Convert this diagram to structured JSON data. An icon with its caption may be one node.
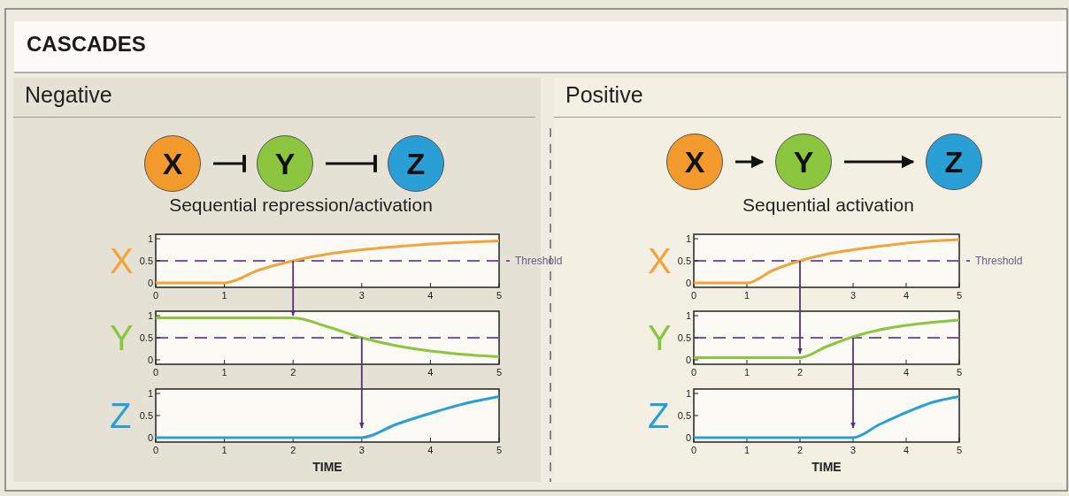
{
  "diagram": {
    "title": "CASCADES",
    "nodes": [
      {
        "text": [
          "Negative",
          "Sequential repression/activation"
        ]
      },
      {
        "text": [
          "X"
        ],
        "in": 0
      },
      {
        "text": [
          "Y"
        ],
        "in": 0
      },
      {
        "text": [
          "Z"
        ],
        "in": 0
      },
      {
        "text": [
          "Positive",
          "Sequential activation"
        ]
      },
      {
        "text": [
          "X"
        ],
        "in": 4
      },
      {
        "text": [
          "Y"
        ],
        "in": 4
      },
      {
        "text": [
          "Z"
        ],
        "in": 4
      }
    ],
    "edges": [
      {
        "from": 1,
        "to": 2,
        "arrow": "other"
      },
      {
        "from": 2,
        "to": 3,
        "arrow": "other"
      },
      {
        "from": 5,
        "to": 6,
        "arrow": "to"
      },
      {
        "from": 6,
        "to": 7,
        "arrow": "to"
      }
    ],
    "chart_data": [
      {
        "type": "line",
        "ylabel": "X",
        "x": [
          0,
          0.5,
          1,
          1.5,
          2,
          2.5,
          3,
          3.5,
          4,
          4.5,
          5
        ],
        "xticks": [
          0,
          1,
          3,
          4,
          5
        ],
        "yticks": [
          0,
          0.5,
          1
        ],
        "xlim": [
          0,
          5
        ],
        "ylim": [
          -0.1,
          1.1
        ],
        "series": [
          {
            "color": "#f2a33a",
            "values": [
              0,
              0,
              0,
              0.29,
              0.5,
              0.65,
              0.75,
              0.82,
              0.88,
              0.92,
              0.95
            ]
          }
        ],
        "ref_lines": [
          {
            "axis": "y",
            "value": 0.5,
            "label": "Threshold"
          }
        ]
      },
      {
        "type": "line",
        "ylabel": "Y",
        "x": [
          0,
          0.5,
          1,
          1.5,
          2,
          2.5,
          3,
          3.5,
          4,
          4.5,
          5
        ],
        "xticks": [
          0,
          1,
          2,
          4,
          5
        ],
        "yticks": [
          0,
          0.5,
          1
        ],
        "xlim": [
          0,
          5
        ],
        "ylim": [
          -0.1,
          1.1
        ],
        "series": [
          {
            "color": "#8cc63f",
            "values": [
              0.95,
              0.95,
              0.95,
              0.95,
              0.95,
              0.75,
              0.5,
              0.32,
              0.2,
              0.12,
              0.07
            ]
          }
        ],
        "ref_lines": [
          {
            "axis": "y",
            "value": 0.5
          }
        ]
      },
      {
        "type": "line",
        "xlabel": "TIME",
        "ylabel": "Z",
        "x": [
          0,
          0.5,
          1,
          1.5,
          2,
          2.5,
          3,
          3.5,
          4,
          4.5,
          5
        ],
        "xticks": [
          0,
          1,
          2,
          3,
          4,
          5
        ],
        "yticks": [
          0,
          0.5,
          1
        ],
        "xlim": [
          0,
          5
        ],
        "ylim": [
          -0.1,
          1.1
        ],
        "series": [
          {
            "color": "#2a9fd6",
            "values": [
              0,
              0,
              0,
              0,
              0,
              0,
              0,
              0.3,
              0.55,
              0.77,
              0.93
            ]
          }
        ]
      },
      {
        "type": "line",
        "ylabel": "X",
        "x": [
          0,
          0.5,
          1,
          1.5,
          2,
          2.5,
          3,
          3.5,
          4,
          4.5,
          5
        ],
        "xticks": [
          0,
          1,
          3,
          4,
          5
        ],
        "yticks": [
          0,
          0.5,
          1
        ],
        "xlim": [
          0,
          5
        ],
        "ylim": [
          -0.1,
          1.1
        ],
        "series": [
          {
            "color": "#f2a33a",
            "values": [
              0,
              0,
              0,
              0.29,
              0.5,
              0.65,
              0.75,
              0.83,
              0.9,
              0.95,
              0.98
            ]
          }
        ],
        "ref_lines": [
          {
            "axis": "y",
            "value": 0.5,
            "label": "Threshold"
          }
        ]
      },
      {
        "type": "line",
        "ylabel": "Y",
        "x": [
          0,
          0.5,
          1,
          1.5,
          2,
          2.5,
          3,
          3.5,
          4,
          4.5,
          5
        ],
        "xticks": [
          0,
          1,
          2,
          4,
          5
        ],
        "yticks": [
          0,
          0.5,
          1
        ],
        "xlim": [
          0,
          5
        ],
        "ylim": [
          -0.1,
          1.1
        ],
        "series": [
          {
            "color": "#8cc63f",
            "values": [
              0.05,
              0.05,
              0.05,
              0.05,
              0.05,
              0.3,
              0.52,
              0.68,
              0.78,
              0.85,
              0.9
            ]
          }
        ],
        "ref_lines": [
          {
            "axis": "y",
            "value": 0.5
          }
        ]
      },
      {
        "type": "line",
        "xlabel": "TIME",
        "ylabel": "Z",
        "x": [
          0,
          0.5,
          1,
          1.5,
          2,
          2.5,
          3,
          3.5,
          4,
          4.5,
          5
        ],
        "xticks": [
          0,
          1,
          2,
          3,
          4,
          5
        ],
        "yticks": [
          0,
          0.5,
          1
        ],
        "xlim": [
          0,
          5
        ],
        "ylim": [
          -0.1,
          1.1
        ],
        "series": [
          {
            "color": "#2a9fd6",
            "values": [
              0,
              0,
              0,
              0,
              0,
              0,
              0,
              0.3,
              0.57,
              0.8,
              0.93
            ]
          }
        ]
      }
    ]
  }
}
